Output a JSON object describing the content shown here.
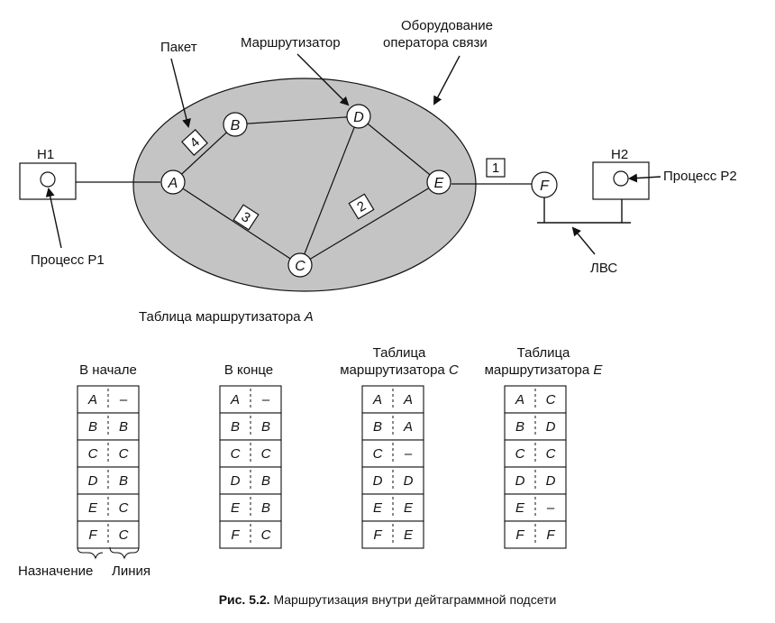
{
  "labels": {
    "packet": "Пакет",
    "router": "Маршрутизатор",
    "carrier_line1": "Оборудование",
    "carrier_line2": "оператора связи",
    "h1": "H1",
    "h2": "H2",
    "process_p1": "Процесс P1",
    "process_p2": "Процесс P2",
    "lan": "ЛВС",
    "table_a_prefix": "Таблица маршрутизатора ",
    "table_a_italic": "A"
  },
  "nodes": {
    "A": "A",
    "B": "B",
    "C": "C",
    "D": "D",
    "E": "E",
    "F": "F"
  },
  "packets": [
    "4",
    "3",
    "2",
    "1"
  ],
  "tables": [
    {
      "title_line1": "",
      "title_line2": "В начале",
      "rows": [
        [
          "A",
          "–"
        ],
        [
          "B",
          "B"
        ],
        [
          "C",
          "C"
        ],
        [
          "D",
          "B"
        ],
        [
          "E",
          "C"
        ],
        [
          "F",
          "C"
        ]
      ]
    },
    {
      "title_line1": "",
      "title_line2": "В конце",
      "rows": [
        [
          "A",
          "–"
        ],
        [
          "B",
          "B"
        ],
        [
          "C",
          "C"
        ],
        [
          "D",
          "B"
        ],
        [
          "E",
          "B"
        ],
        [
          "F",
          "C"
        ]
      ]
    },
    {
      "title_line1": "Таблица",
      "title_line2": "маршрутизатора ",
      "title_italic": "C",
      "rows": [
        [
          "A",
          "A"
        ],
        [
          "B",
          "A"
        ],
        [
          "C",
          "–"
        ],
        [
          "D",
          "D"
        ],
        [
          "E",
          "E"
        ],
        [
          "F",
          "E"
        ]
      ]
    },
    {
      "title_line1": "Таблица",
      "title_line2": "маршрутизатора ",
      "title_italic": "E",
      "rows": [
        [
          "A",
          "C"
        ],
        [
          "B",
          "D"
        ],
        [
          "C",
          "C"
        ],
        [
          "D",
          "D"
        ],
        [
          "E",
          "–"
        ],
        [
          "F",
          "F"
        ]
      ]
    }
  ],
  "brace_labels": {
    "destination": "Назначение",
    "line": "Линия"
  },
  "caption": {
    "bold": "Рис. 5.2.",
    "text": " Маршрутизация внутри дейтаграммной подсети"
  },
  "colors": {
    "cloud": "#c4c4c4",
    "ink": "#111111"
  }
}
